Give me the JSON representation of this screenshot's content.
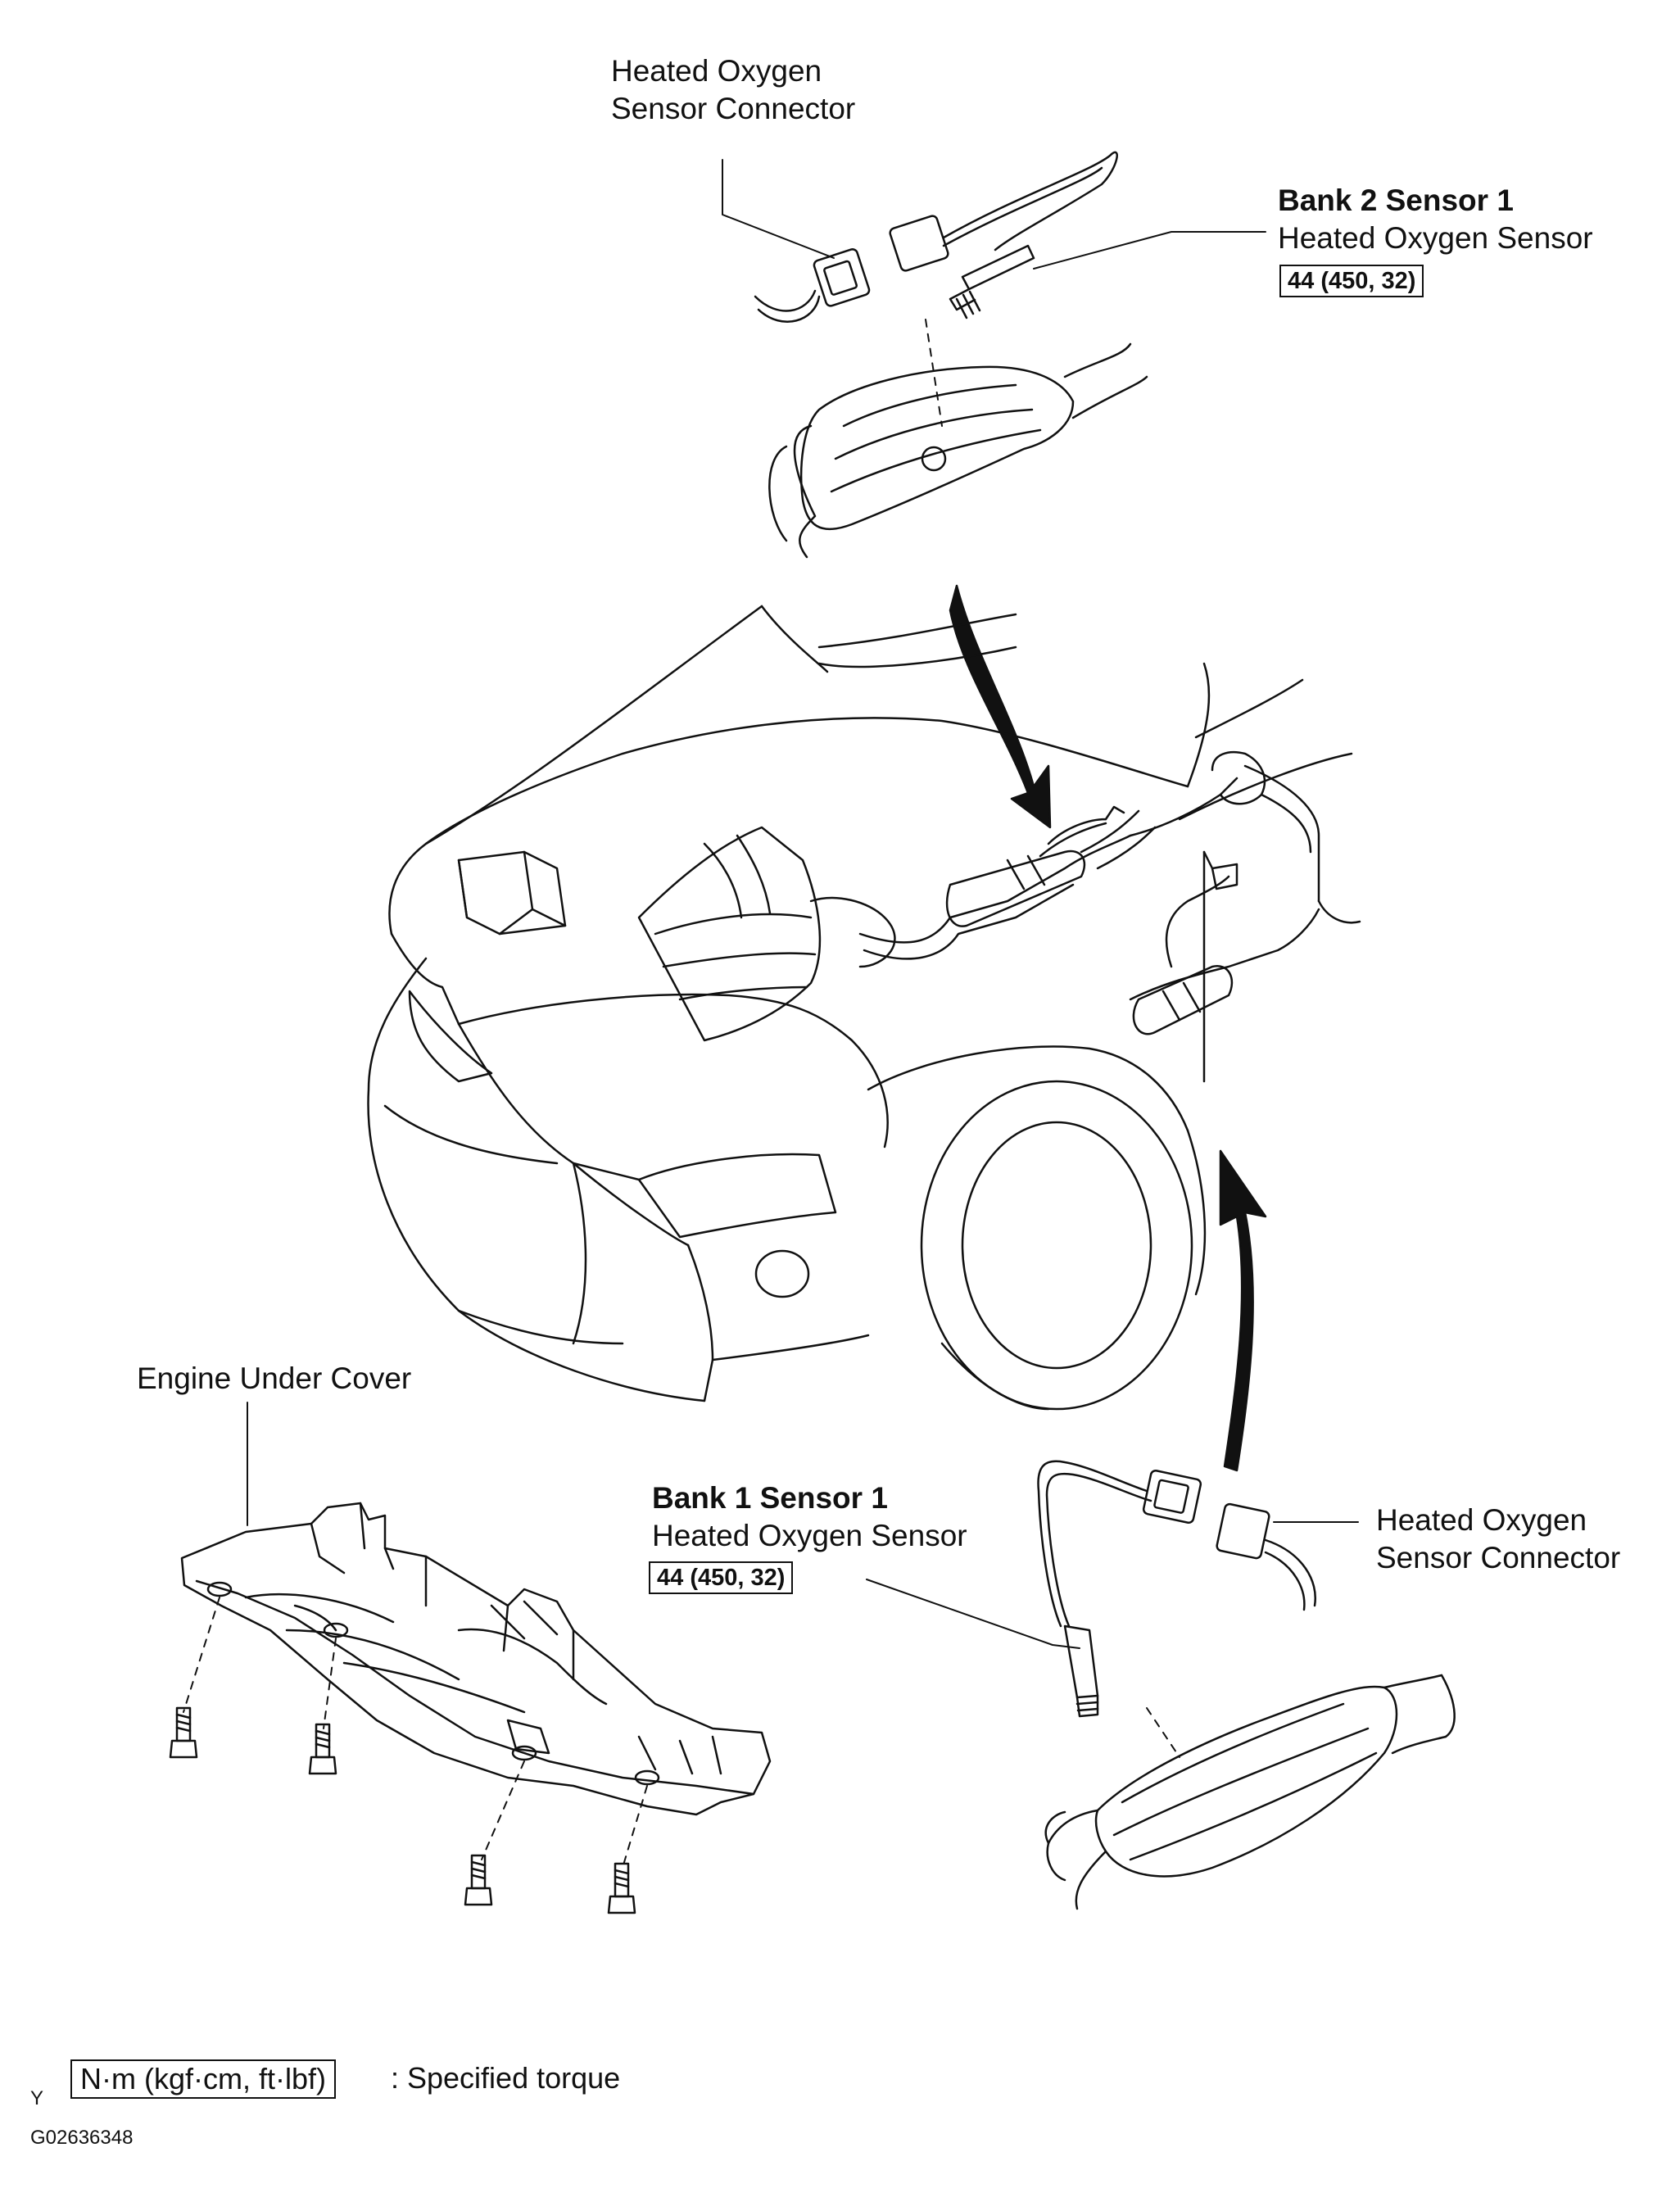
{
  "labels": {
    "top_connector": [
      "Heated Oxygen",
      "Sensor Connector"
    ],
    "bank2_title": "Bank 2 Sensor 1",
    "bank2_sub": "Heated Oxygen Sensor",
    "bank2_torque": "44 (450, 32)",
    "engine_cover": "Engine Under Cover",
    "bank1_title": "Bank 1 Sensor 1",
    "bank1_sub": "Heated Oxygen Sensor",
    "bank1_torque": "44 (450, 32)",
    "right_connector": [
      "Heated Oxygen",
      "Sensor Connector"
    ]
  },
  "legend": {
    "marker": "Y",
    "units": "N·m (kgf·cm, ft·lbf)",
    "text": ": Specified torque"
  },
  "figure_id": "G02636348"
}
